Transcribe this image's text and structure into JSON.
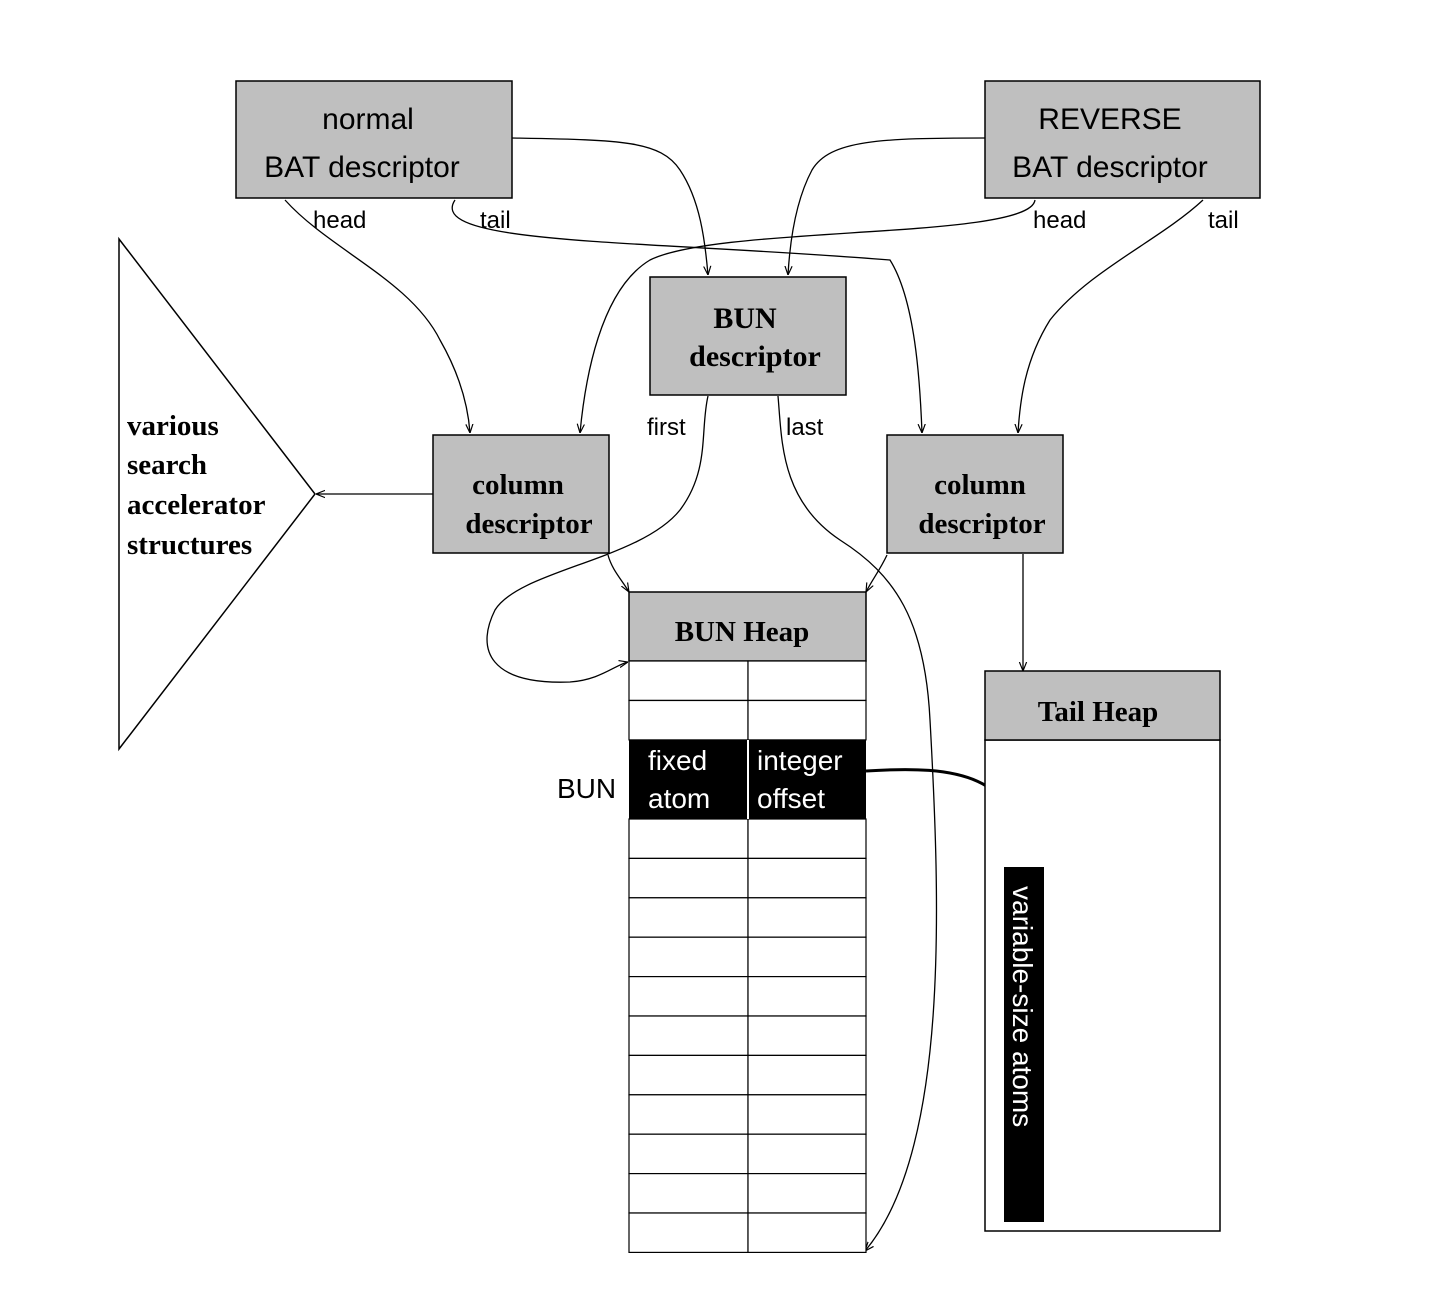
{
  "nodes": {
    "normal_bat": {
      "line1": "normal",
      "line2": "BAT descriptor"
    },
    "reverse_bat": {
      "line1": "REVERSE",
      "line2": "BAT descriptor"
    },
    "bun_descriptor": {
      "line1": "BUN",
      "line2": "descriptor"
    },
    "column_left": {
      "line1": "column",
      "line2": "descriptor"
    },
    "column_right": {
      "line1": "column",
      "line2": "descriptor"
    },
    "accelerator": {
      "lines": [
        "various",
        "search",
        "accelerator",
        "structures"
      ]
    },
    "bun_heap": {
      "title": "BUN Heap"
    },
    "tail_heap": {
      "title": "Tail Heap"
    },
    "bun_row": {
      "label": "BUN",
      "cell1_line1": "fixed",
      "cell1_line2": "atom",
      "cell2_line1": "integer",
      "cell2_line2": "offset"
    },
    "var_atoms": {
      "label": "variable-size atoms"
    }
  },
  "edge_labels": {
    "normal_head": "head",
    "normal_tail": "tail",
    "reverse_head": "head",
    "reverse_tail": "tail",
    "bun_first": "first",
    "bun_last": "last"
  },
  "colors": {
    "box_fill": "#bfbfbf",
    "stroke": "#000000",
    "highlight": "#000000",
    "background": "#ffffff"
  }
}
